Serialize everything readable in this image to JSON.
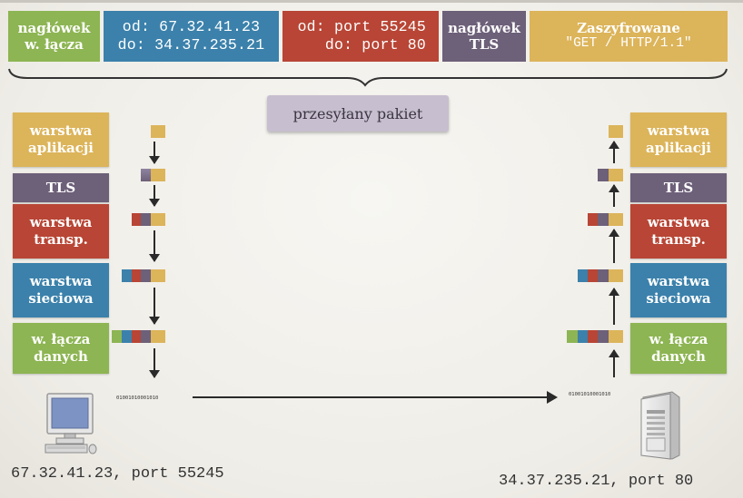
{
  "header": {
    "link_header": [
      "nagłówek",
      "w. łącza"
    ],
    "ip": [
      "od: 67.32.41.23",
      "do: 34.37.235.21"
    ],
    "port": [
      "od: port 55245",
      "do: port 80"
    ],
    "tls_header": [
      "nagłówek",
      "TLS"
    ],
    "payload": [
      "Zaszyfrowane",
      "\"GET / HTTP/1.1\""
    ]
  },
  "packet_label": "przesyłany pakiet",
  "layers": {
    "application": [
      "warstwa",
      "aplikacji"
    ],
    "tls": [
      "TLS"
    ],
    "transport": [
      "warstwa",
      "transp."
    ],
    "network": [
      "warstwa",
      "sieciowa"
    ],
    "link": [
      "w. łącza",
      "danych"
    ]
  },
  "bits": "01001010001010",
  "client": {
    "label": "67.32.41.23, port 55245",
    "icon": "desktop-computer-icon"
  },
  "server": {
    "label": "34.37.235.21, port 80",
    "icon": "server-tower-icon"
  },
  "colors": {
    "link": "#8db553",
    "network": "#3b81ab",
    "transport": "#b84535",
    "tls": "#6d6079",
    "application": "#dcb45a",
    "pill": "#c7bfcf"
  }
}
